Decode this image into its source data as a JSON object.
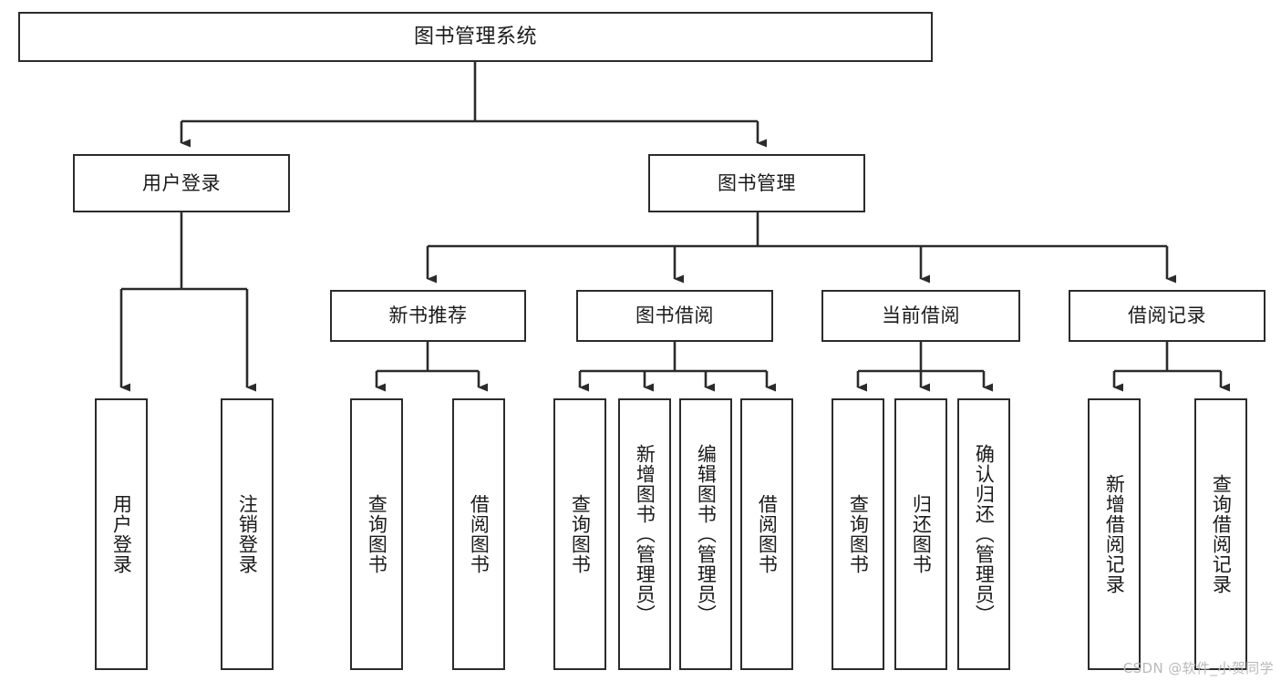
{
  "diagram": {
    "type": "tree-hierarchy",
    "title": "图书管理系统",
    "orientation": "top-down",
    "colors": {
      "box_stroke": "#2b2b2b",
      "box_fill": "#ffffff",
      "connector": "#2b2b2b",
      "background": "#ffffff",
      "watermark": "#b9b9b9"
    },
    "root": {
      "id": "root",
      "label": "图书管理系统"
    },
    "level2": [
      {
        "id": "user-login",
        "label": "用户登录"
      },
      {
        "id": "book-management",
        "label": "图书管理"
      }
    ],
    "level3": [
      {
        "id": "new-book-recommend",
        "label": "新书推荐",
        "parent": "book-management"
      },
      {
        "id": "book-borrow",
        "label": "图书借阅",
        "parent": "book-management"
      },
      {
        "id": "current-borrow",
        "label": "当前借阅",
        "parent": "book-management"
      },
      {
        "id": "borrow-record",
        "label": "借阅记录",
        "parent": "book-management"
      }
    ],
    "leaves": [
      {
        "id": "leaf-user-login",
        "label": "用户登录",
        "parent": "user-login"
      },
      {
        "id": "leaf-logout",
        "label": "注销登录",
        "parent": "user-login"
      },
      {
        "id": "leaf-query-book-1",
        "label": "查询图书",
        "parent": "new-book-recommend"
      },
      {
        "id": "leaf-borrow-book-1",
        "label": "借阅图书",
        "parent": "new-book-recommend"
      },
      {
        "id": "leaf-query-book-2",
        "label": "查询图书",
        "parent": "book-borrow"
      },
      {
        "id": "leaf-add-book",
        "label": "新增图书（管理员）",
        "parent": "book-borrow"
      },
      {
        "id": "leaf-edit-book",
        "label": "编辑图书（管理员）",
        "parent": "book-borrow"
      },
      {
        "id": "leaf-borrow-book-2",
        "label": "借阅图书",
        "parent": "book-borrow"
      },
      {
        "id": "leaf-query-book-3",
        "label": "查询图书",
        "parent": "current-borrow"
      },
      {
        "id": "leaf-return-book",
        "label": "归还图书",
        "parent": "current-borrow"
      },
      {
        "id": "leaf-confirm-return",
        "label": "确认归还（管理员）",
        "parent": "current-borrow"
      },
      {
        "id": "leaf-add-record",
        "label": "新增借阅记录",
        "parent": "borrow-record"
      },
      {
        "id": "leaf-query-record",
        "label": "查询借阅记录",
        "parent": "borrow-record"
      }
    ],
    "watermark": "CSDN @软件_小贺同学"
  }
}
